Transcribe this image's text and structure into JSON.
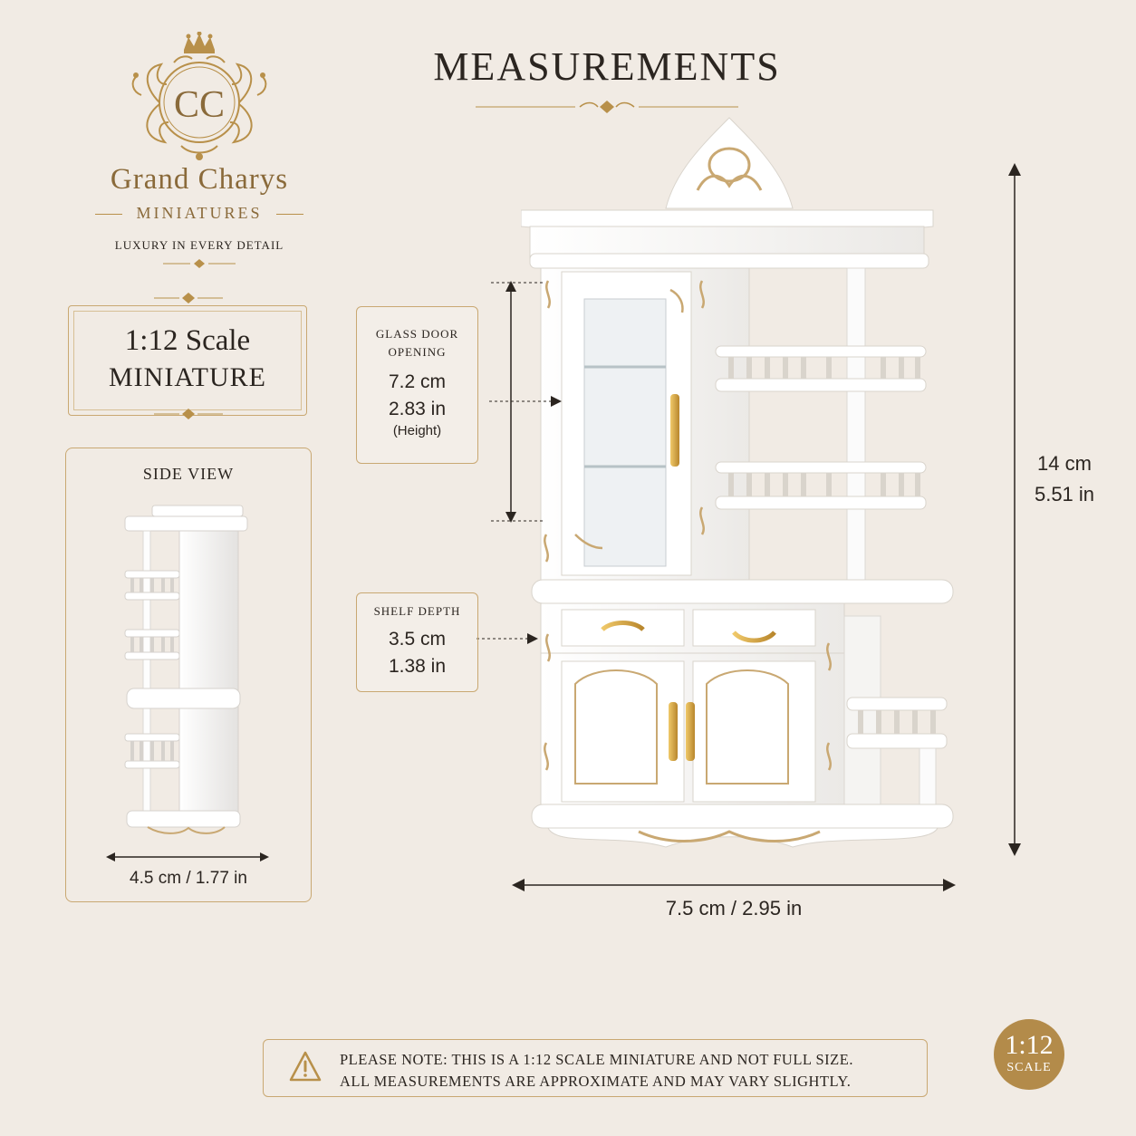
{
  "brand": {
    "monogram": "CC",
    "name": "Grand Charys",
    "subtitle": "MINIATURES",
    "tagline": "LUXURY IN EVERY DETAIL"
  },
  "scale_badge": {
    "line1": "1:12 Scale",
    "line2": "MINIATURE"
  },
  "title": "MEASUREMENTS",
  "side_view": {
    "title": "SIDE VIEW",
    "dimension": "4.5 cm / 1.77 in"
  },
  "glass_door": {
    "title_line1": "GLASS DOOR",
    "title_line2": "OPENING",
    "cm": "7.2 cm",
    "inch": "2.83 in",
    "note": "(Height)"
  },
  "shelf_depth": {
    "title": "SHELF DEPTH",
    "cm": "3.5 cm",
    "inch": "1.38 in"
  },
  "height": {
    "cm": "14 cm",
    "inch": "5.51 in"
  },
  "width": {
    "label": "7.5 cm / 2.95 in"
  },
  "notice": {
    "line1": "PLEASE NOTE: THIS IS A 1:12 SCALE MINIATURE AND NOT FULL SIZE.",
    "line2": "ALL MEASUREMENTS ARE APPROXIMATE AND MAY VARY SLIGHTLY."
  },
  "seal": {
    "big": "1:12",
    "small": "SCALE"
  },
  "colors": {
    "background": "#f1ebe4",
    "gold": "#b8904a",
    "text": "#2b2520"
  }
}
